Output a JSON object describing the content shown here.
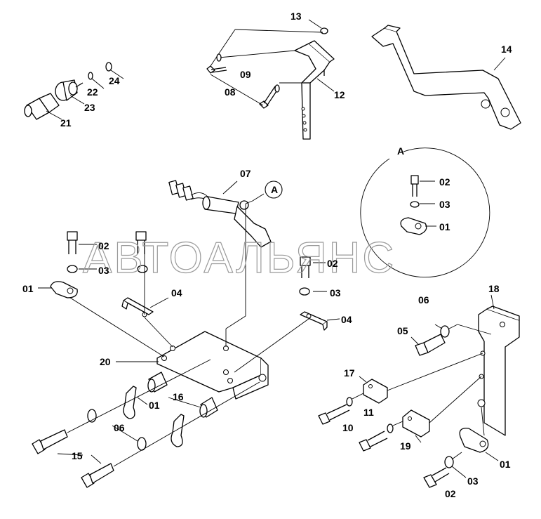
{
  "watermark": "АВТОАЛЬЯНС",
  "detail_view": {
    "marker": "A",
    "callout": "A"
  },
  "labels": {
    "p01_a": "01",
    "p01_b": "01",
    "p01_c": "01",
    "p01_d": "01",
    "p02_a": "02",
    "p02_b": "02",
    "p02_c": "02",
    "p02_d": "02",
    "p03_a": "03",
    "p03_b": "03",
    "p03_c": "03",
    "p03_d": "03",
    "p04_a": "04",
    "p04_b": "04",
    "p05": "05",
    "p06_a": "06",
    "p06_b": "06",
    "p07": "07",
    "p08": "08",
    "p09": "09",
    "p10": "10",
    "p11": "11",
    "p12": "12",
    "p13": "13",
    "p14": "14",
    "p15": "15",
    "p16": "16",
    "p17": "17",
    "p18": "18",
    "p19": "19",
    "p20": "20",
    "p21": "21",
    "p22": "22",
    "p23": "23",
    "p24": "24"
  }
}
